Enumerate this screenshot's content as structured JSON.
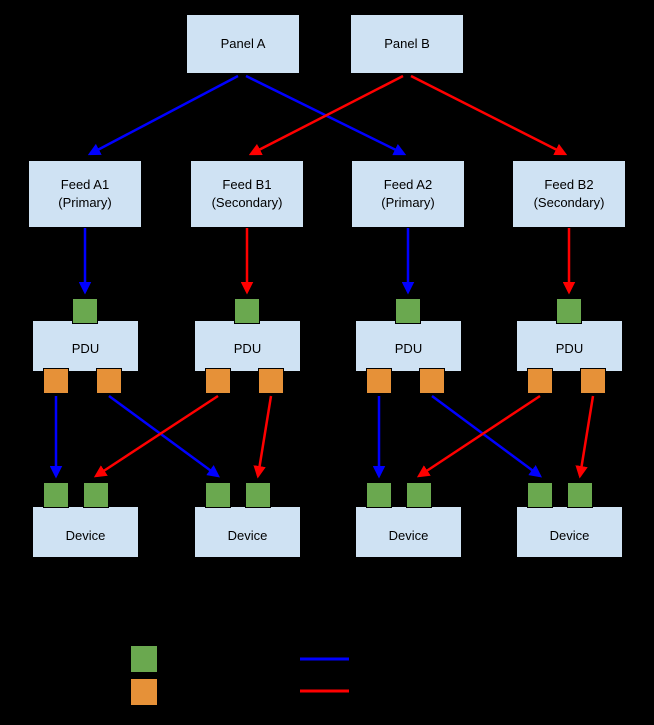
{
  "diagram": {
    "panels": [
      {
        "label": "Panel A"
      },
      {
        "label": "Panel B"
      }
    ],
    "feeds": [
      {
        "name": "Feed A1",
        "role": "(Primary)"
      },
      {
        "name": "Feed B1",
        "role": "(Secondary)"
      },
      {
        "name": "Feed A2",
        "role": "(Primary)"
      },
      {
        "name": "Feed B2",
        "role": "(Secondary)"
      }
    ],
    "pdus": [
      {
        "label": "PDU"
      },
      {
        "label": "PDU"
      },
      {
        "label": "PDU"
      },
      {
        "label": "PDU"
      }
    ],
    "devices": [
      {
        "label": "Device"
      },
      {
        "label": "Device"
      },
      {
        "label": "Device"
      },
      {
        "label": "Device"
      }
    ]
  },
  "colors": {
    "background": "#000000",
    "node_fill": "#cfe2f3",
    "input_port_green": "#6aa84f",
    "output_port_orange": "#e69138",
    "primary_path_blue": "#0000ff",
    "secondary_path_red": "#ff0000"
  },
  "legend": {
    "swatches": [
      {
        "kind": "input-port",
        "color": "#6aa84f"
      },
      {
        "kind": "output-port",
        "color": "#e69138"
      }
    ],
    "lines": [
      {
        "kind": "primary-path",
        "color": "#0000ff"
      },
      {
        "kind": "secondary-path",
        "color": "#ff0000"
      }
    ]
  }
}
